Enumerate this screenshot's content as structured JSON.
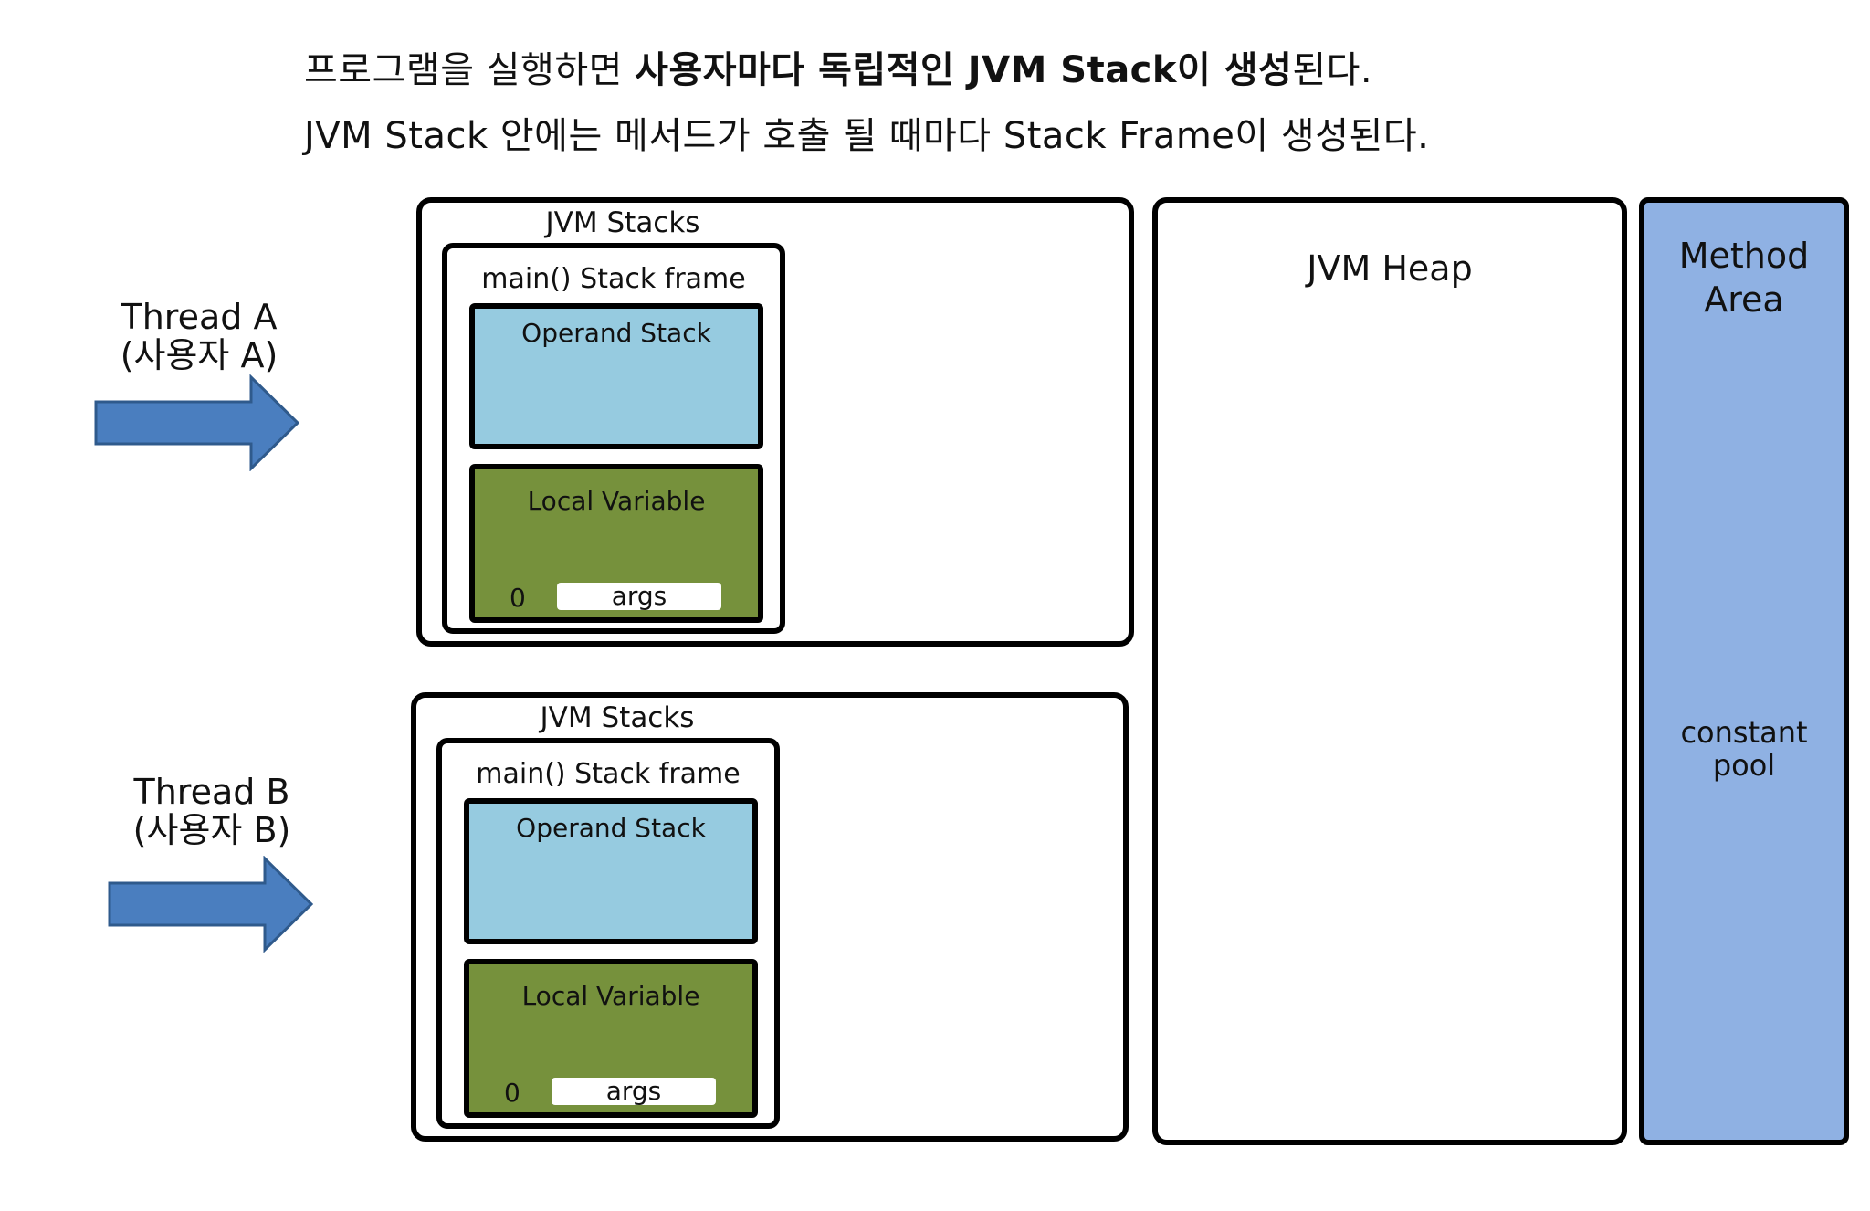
{
  "header": {
    "line1_normal_a": "프로그램을 실행하면 ",
    "line1_bold": "사용자마다 독립적인 JVM Stack이 생성",
    "line1_normal_b": "된다.",
    "line2": "JVM Stack 안에는 메서드가 호출 될 때마다 Stack Frame이 생성된다."
  },
  "threads": [
    {
      "name": "Thread A",
      "user": "(사용자 A)",
      "stack_title": "JVM Stacks",
      "frame_title": "main() Stack frame",
      "operand_label": "Operand Stack",
      "local_label": "Local Variable",
      "slot_index": "0",
      "slot_value": "args"
    },
    {
      "name": "Thread B",
      "user": "(사용자 B)",
      "stack_title": "JVM Stacks",
      "frame_title": "main() Stack frame",
      "operand_label": "Operand Stack",
      "local_label": "Local Variable",
      "slot_index": "0",
      "slot_value": "args"
    }
  ],
  "heap": {
    "label": "JVM Heap"
  },
  "method_area": {
    "title_line1": "Method",
    "title_line2": "Area",
    "pool_line1": "constant",
    "pool_line2": "pool"
  },
  "colors": {
    "operand": "#96cbe0",
    "local_variable": "#76913c",
    "method_area": "#8fb1e3",
    "arrow": "#4a7ebf"
  }
}
